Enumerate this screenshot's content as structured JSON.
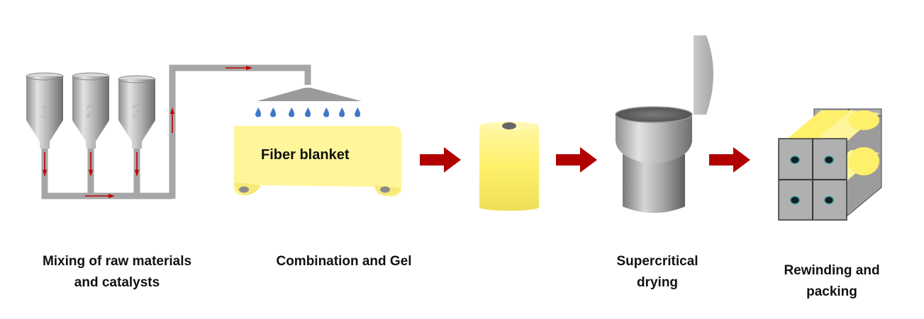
{
  "tanks": [
    {
      "number": "1"
    },
    {
      "number": "2"
    },
    {
      "number": "3"
    }
  ],
  "blanket_label": "Fiber blanket",
  "stages": [
    {
      "lines": [
        "Mixing of raw materials",
        "and catalysts"
      ]
    },
    {
      "lines": [
        "Combination and Gel"
      ]
    },
    {
      "lines": [
        "Supercritical",
        "drying"
      ]
    },
    {
      "lines": [
        "Rewinding and",
        "packing"
      ]
    }
  ],
  "colors": {
    "pipe": "#a6a6a6",
    "flow_arrow": "#c00000",
    "stage_arrow": "#b00000",
    "blanket": "#fff59a",
    "droplet": "#3f78c8",
    "metal": "#9a9a9a"
  },
  "icons": [
    "tank-icon",
    "gel-nozzle-icon",
    "droplet-icon",
    "roll-icon",
    "drying-vessel-icon",
    "packing-crate-icon"
  ]
}
